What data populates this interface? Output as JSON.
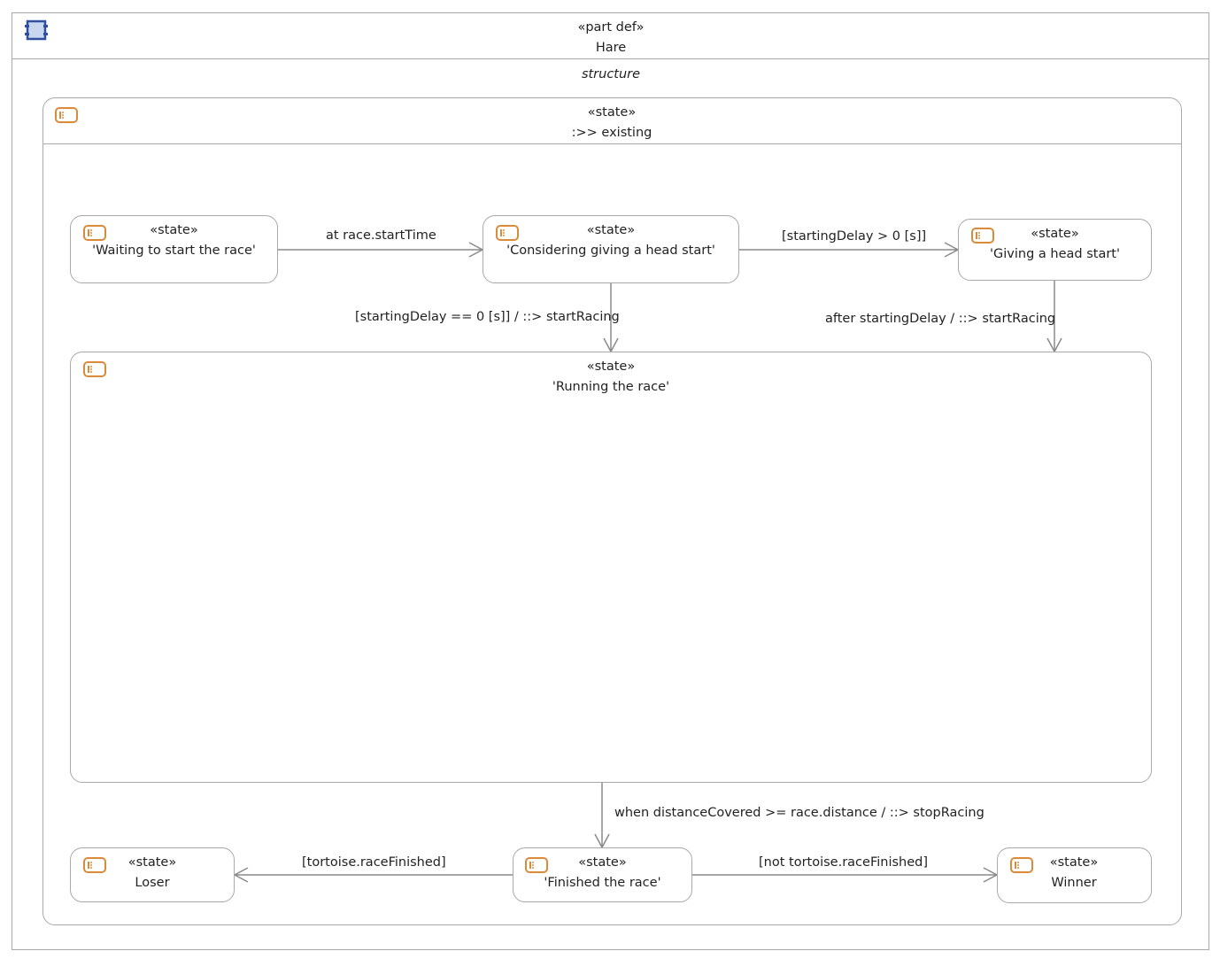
{
  "part": {
    "stereotype": "«part def»",
    "name": "Hare",
    "compartment": "structure"
  },
  "existing": {
    "stereotype": "«state»",
    "name": ":>> existing"
  },
  "states": {
    "waiting": {
      "stereotype": "«state»",
      "name": "'Waiting to start the race'"
    },
    "considering": {
      "stereotype": "«state»",
      "name": "'Considering giving a head start'"
    },
    "giving": {
      "stereotype": "«state»",
      "name": "'Giving a head start'"
    },
    "running": {
      "stereotype": "«state»",
      "name": "'Running the race'"
    },
    "finished": {
      "stereotype": "«state»",
      "name": "'Finished the race'"
    },
    "loser": {
      "stereotype": "«state»",
      "name": "Loser"
    },
    "winner": {
      "stereotype": "«state»",
      "name": "Winner"
    }
  },
  "transitions": {
    "waiting_to_considering": "at race.startTime",
    "considering_to_giving": "[startingDelay > 0 [s]]",
    "considering_to_running": "[startingDelay == 0 [s]] / ::> startRacing",
    "giving_to_running": "after startingDelay / ::> startRacing",
    "running_to_finished": "when distanceCovered >= race.distance / ::> stopRacing",
    "finished_to_loser": "[tortoise.raceFinished]",
    "finished_to_winner": "[not tortoise.raceFinished]"
  },
  "colors": {
    "state_icon": "#d98b3a",
    "part_icon": "#2f4f9e",
    "border": "#a9a9a9",
    "edge": "#8a8a8a"
  },
  "icons": {
    "part": "part-def-icon",
    "state": "state-icon"
  }
}
